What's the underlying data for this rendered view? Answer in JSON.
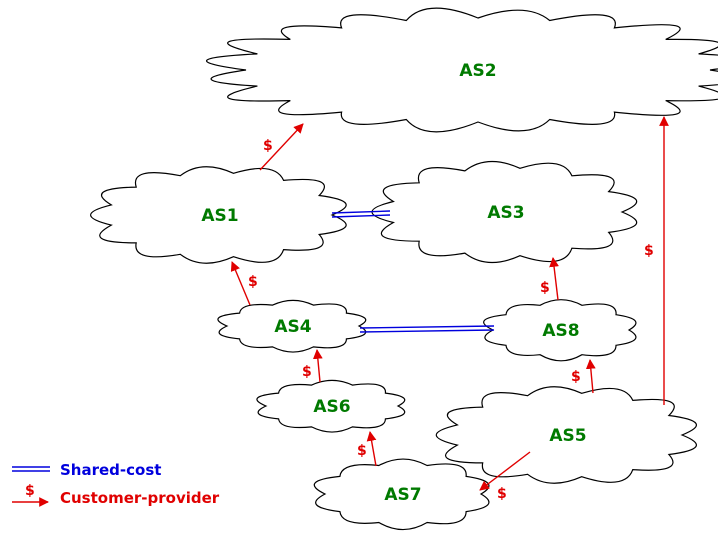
{
  "diagram": {
    "nodes": [
      {
        "id": "AS2",
        "label": "AS2"
      },
      {
        "id": "AS1",
        "label": "AS1"
      },
      {
        "id": "AS3",
        "label": "AS3"
      },
      {
        "id": "AS4",
        "label": "AS4"
      },
      {
        "id": "AS8",
        "label": "AS8"
      },
      {
        "id": "AS6",
        "label": "AS6"
      },
      {
        "id": "AS5",
        "label": "AS5"
      },
      {
        "id": "AS7",
        "label": "AS7"
      }
    ],
    "edges": [
      {
        "from": "AS1",
        "to": "AS2",
        "type": "customer-provider",
        "label": "$"
      },
      {
        "from": "AS4",
        "to": "AS1",
        "type": "customer-provider",
        "label": "$"
      },
      {
        "from": "AS8",
        "to": "AS3",
        "type": "customer-provider",
        "label": "$"
      },
      {
        "from": "AS6",
        "to": "AS4",
        "type": "customer-provider",
        "label": "$"
      },
      {
        "from": "AS5",
        "to": "AS8",
        "type": "customer-provider",
        "label": "$"
      },
      {
        "from": "AS7",
        "to": "AS6",
        "type": "customer-provider",
        "label": "$"
      },
      {
        "from": "AS5",
        "to": "AS2",
        "type": "customer-provider",
        "label": "$"
      },
      {
        "from": "AS5",
        "to": "AS7",
        "type": "customer-provider",
        "label": "$"
      },
      {
        "from": "AS1",
        "to": "AS3",
        "type": "shared-cost"
      },
      {
        "from": "AS4",
        "to": "AS8",
        "type": "shared-cost"
      }
    ],
    "legend": {
      "shared_cost": {
        "label": "Shared-cost",
        "color": "#0000dd"
      },
      "customer_provider": {
        "label": "Customer-provider",
        "symbol": "$",
        "color": "#e00000"
      }
    },
    "colors": {
      "node_label": "#007a00",
      "peering_line": "#0000dd",
      "transit_arrow": "#e00000"
    }
  }
}
